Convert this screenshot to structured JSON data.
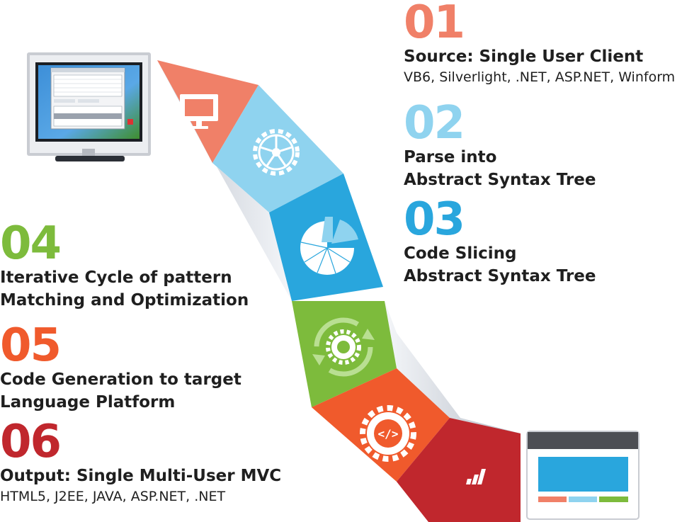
{
  "steps": [
    {
      "number": "01",
      "title_lines": [
        "Source: Single User Client"
      ],
      "description": "VB6, Silverlight, .NET,  ASP.NET, Winform",
      "color": "#f08068",
      "icon": "monitor-icon"
    },
    {
      "number": "02",
      "title_lines": [
        "Parse into",
        "Abstract Syntax Tree"
      ],
      "description": "",
      "color": "#8fd3ef",
      "icon": "gear-wheel-icon"
    },
    {
      "number": "03",
      "title_lines": [
        "Code Slicing",
        "Abstract Syntax Tree"
      ],
      "description": "",
      "color": "#29a6dd",
      "icon": "pie-chart-icon"
    },
    {
      "number": "04",
      "title_lines": [
        "Iterative Cycle of pattern",
        "Matching and Optimization"
      ],
      "description": "",
      "color": "#7dbb3c",
      "icon": "cycle-gear-icon"
    },
    {
      "number": "05",
      "title_lines": [
        "Code Generation to target",
        "Language Platform"
      ],
      "description": "",
      "color": "#f05a2c",
      "icon": "code-gear-icon"
    },
    {
      "number": "06",
      "title_lines": [
        "Output: Single Multi-User MVC"
      ],
      "description": "HTML5, J2EE, JAVA, ASP.NET, .NET",
      "color": "#c0272d",
      "icon": "bar-chart-icon"
    }
  ],
  "images": {
    "source_app": "legacy-desktop-monitor-illustration",
    "target_app": "web-browser-layout-illustration"
  },
  "colors": {
    "ribbon_shadow": "#d8dce3",
    "web_header": "#4d4f54",
    "web_hero": "#29a6dd",
    "web_bar_1": "#f08068",
    "web_bar_2": "#8fd3ef",
    "web_bar_3": "#7dbb3c"
  }
}
